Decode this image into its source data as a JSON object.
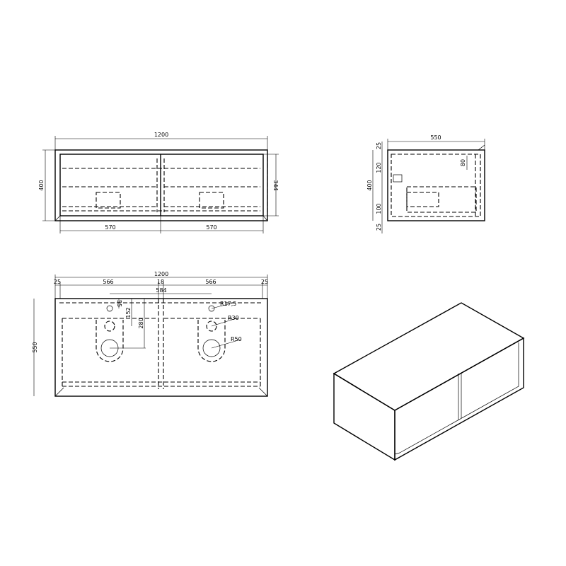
{
  "front_view": {
    "width": "1200",
    "height": "400",
    "inner_height": "344",
    "left_bay": "570",
    "right_bay": "570"
  },
  "side_view": {
    "depth": "550",
    "height": "400",
    "top_offset": "25",
    "upper": "120",
    "lower": "100",
    "bottom_offset": "25",
    "right_dim": "80"
  },
  "top_view": {
    "width": "1200",
    "depth": "550",
    "edge_left": "25",
    "bay_left": "566",
    "divider": "18",
    "bay_right": "566",
    "edge_right": "25",
    "center_spacing": "584",
    "tap_offset": "55",
    "waste_offset": "152",
    "trap_offset": "280",
    "r_tap": "R17,5",
    "r_waste": "R30",
    "r_trap": "R50"
  }
}
